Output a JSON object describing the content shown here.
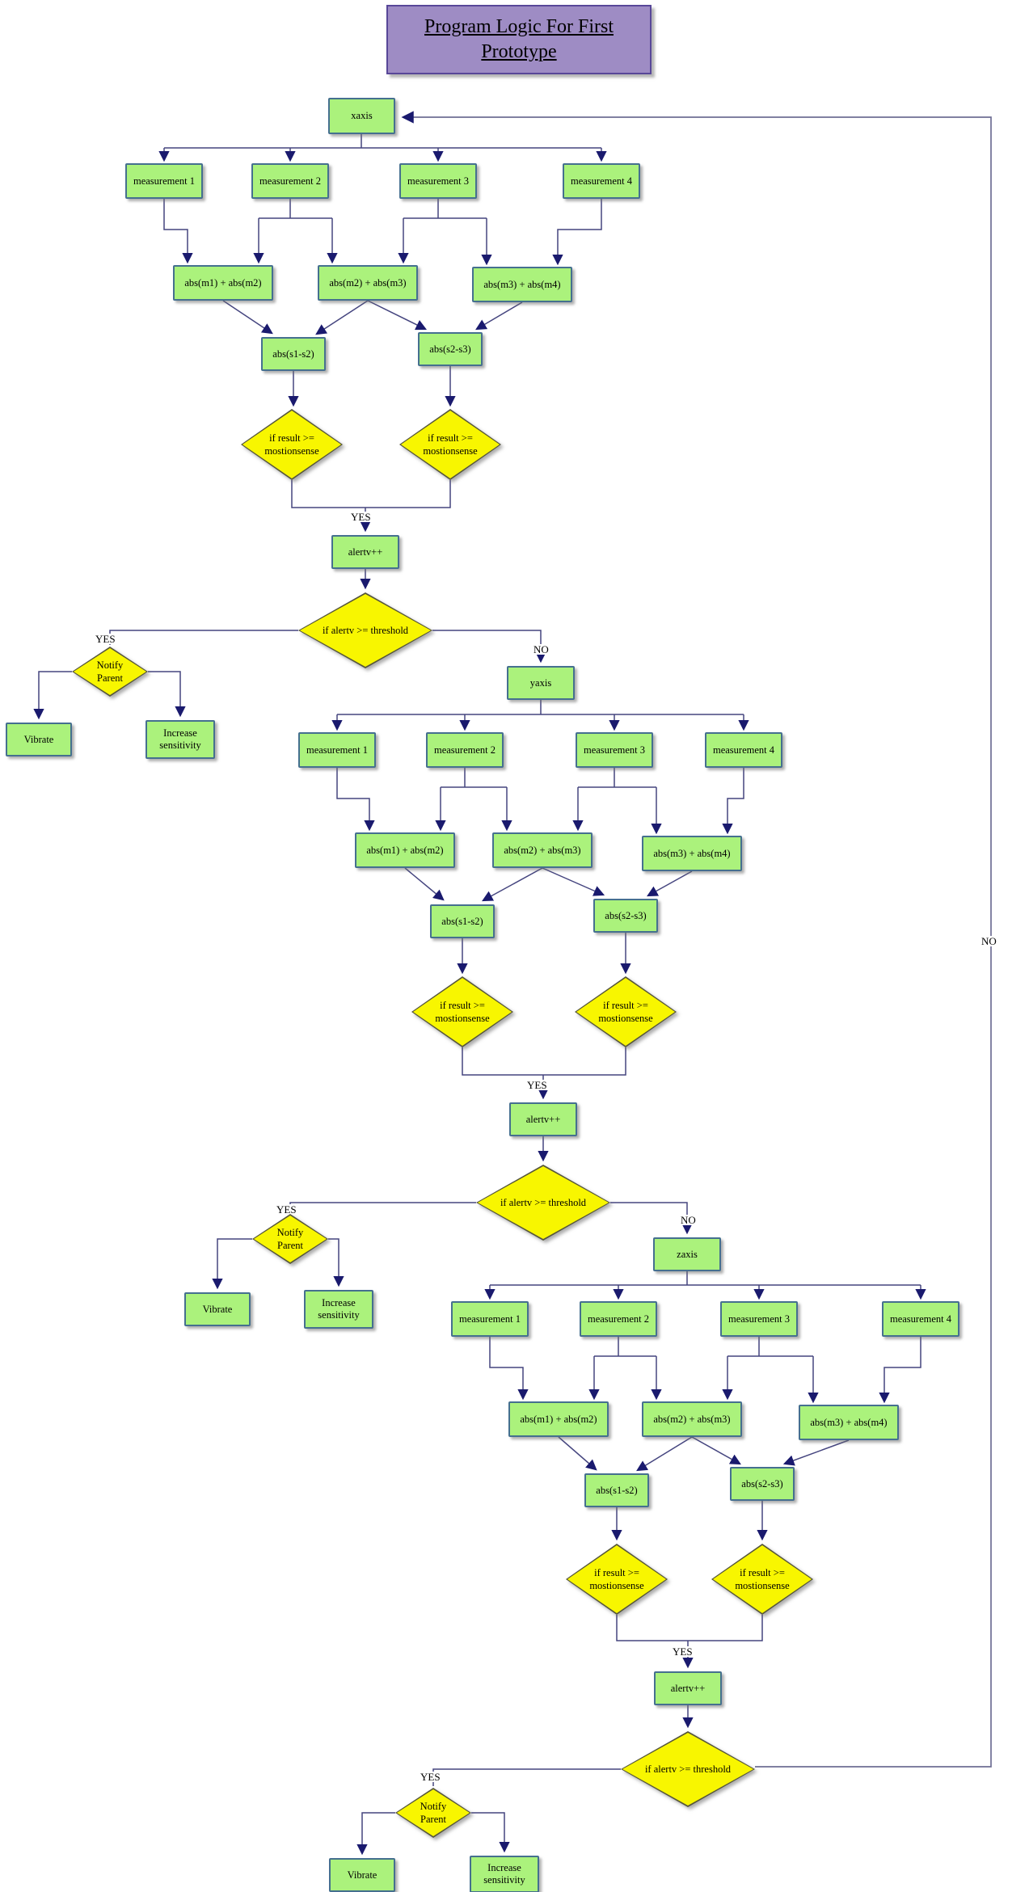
{
  "title": "Program Logic For First Prototype",
  "branch_labels": {
    "yes": "YES",
    "no": "NO"
  },
  "sections": [
    {
      "axis": "xaxis",
      "measurements": [
        "measurement 1",
        "measurement 2",
        "measurement 3",
        "measurement 4"
      ],
      "sums": [
        "abs(m1) + abs(m2)",
        "abs(m2) + abs(m3)",
        "abs(m3) + abs(m4)"
      ],
      "diffs": [
        "abs(s1-s2)",
        "abs(s2-s3)"
      ],
      "result_check": "if result >= mostionsense",
      "increment": "alertv++",
      "threshold_check": "if alertv >= threshold",
      "notify": "Notify Parent",
      "vibrate": "Vibrate",
      "increase_sensitivity": "Increase sensitivity"
    },
    {
      "axis": "yaxis",
      "measurements": [
        "measurement 1",
        "measurement 2",
        "measurement 3",
        "measurement 4"
      ],
      "sums": [
        "abs(m1) + abs(m2)",
        "abs(m2) + abs(m3)",
        "abs(m3) + abs(m4)"
      ],
      "diffs": [
        "abs(s1-s2)",
        "abs(s2-s3)"
      ],
      "result_check": "if result >= mostionsense",
      "increment": "alertv++",
      "threshold_check": "if alertv >= threshold",
      "notify": "Notify Parent",
      "vibrate": "Vibrate",
      "increase_sensitivity": "Increase sensitivity"
    },
    {
      "axis": "zaxis",
      "measurements": [
        "measurement 1",
        "measurement 2",
        "measurement 3",
        "measurement 4"
      ],
      "sums": [
        "abs(m1) + abs(m2)",
        "abs(m2) + abs(m3)",
        "abs(m3) + abs(m4)"
      ],
      "diffs": [
        "abs(s1-s2)",
        "abs(s2-s3)"
      ],
      "result_check": "if result >= mostionsense",
      "increment": "alertv++",
      "threshold_check": "if alertv >= threshold",
      "notify": "Notify Parent",
      "vibrate": "Vibrate",
      "increase_sensitivity": "Increase sensitivity"
    }
  ],
  "colors": {
    "process_fill": "#abf27c",
    "process_border": "#45708f",
    "decision_fill": "#f8f600",
    "decision_border": "#55553a",
    "title_fill": "#9e8cc4",
    "title_border": "#584798",
    "connector": "#45457f",
    "arrowhead": "#1a1a6e"
  }
}
